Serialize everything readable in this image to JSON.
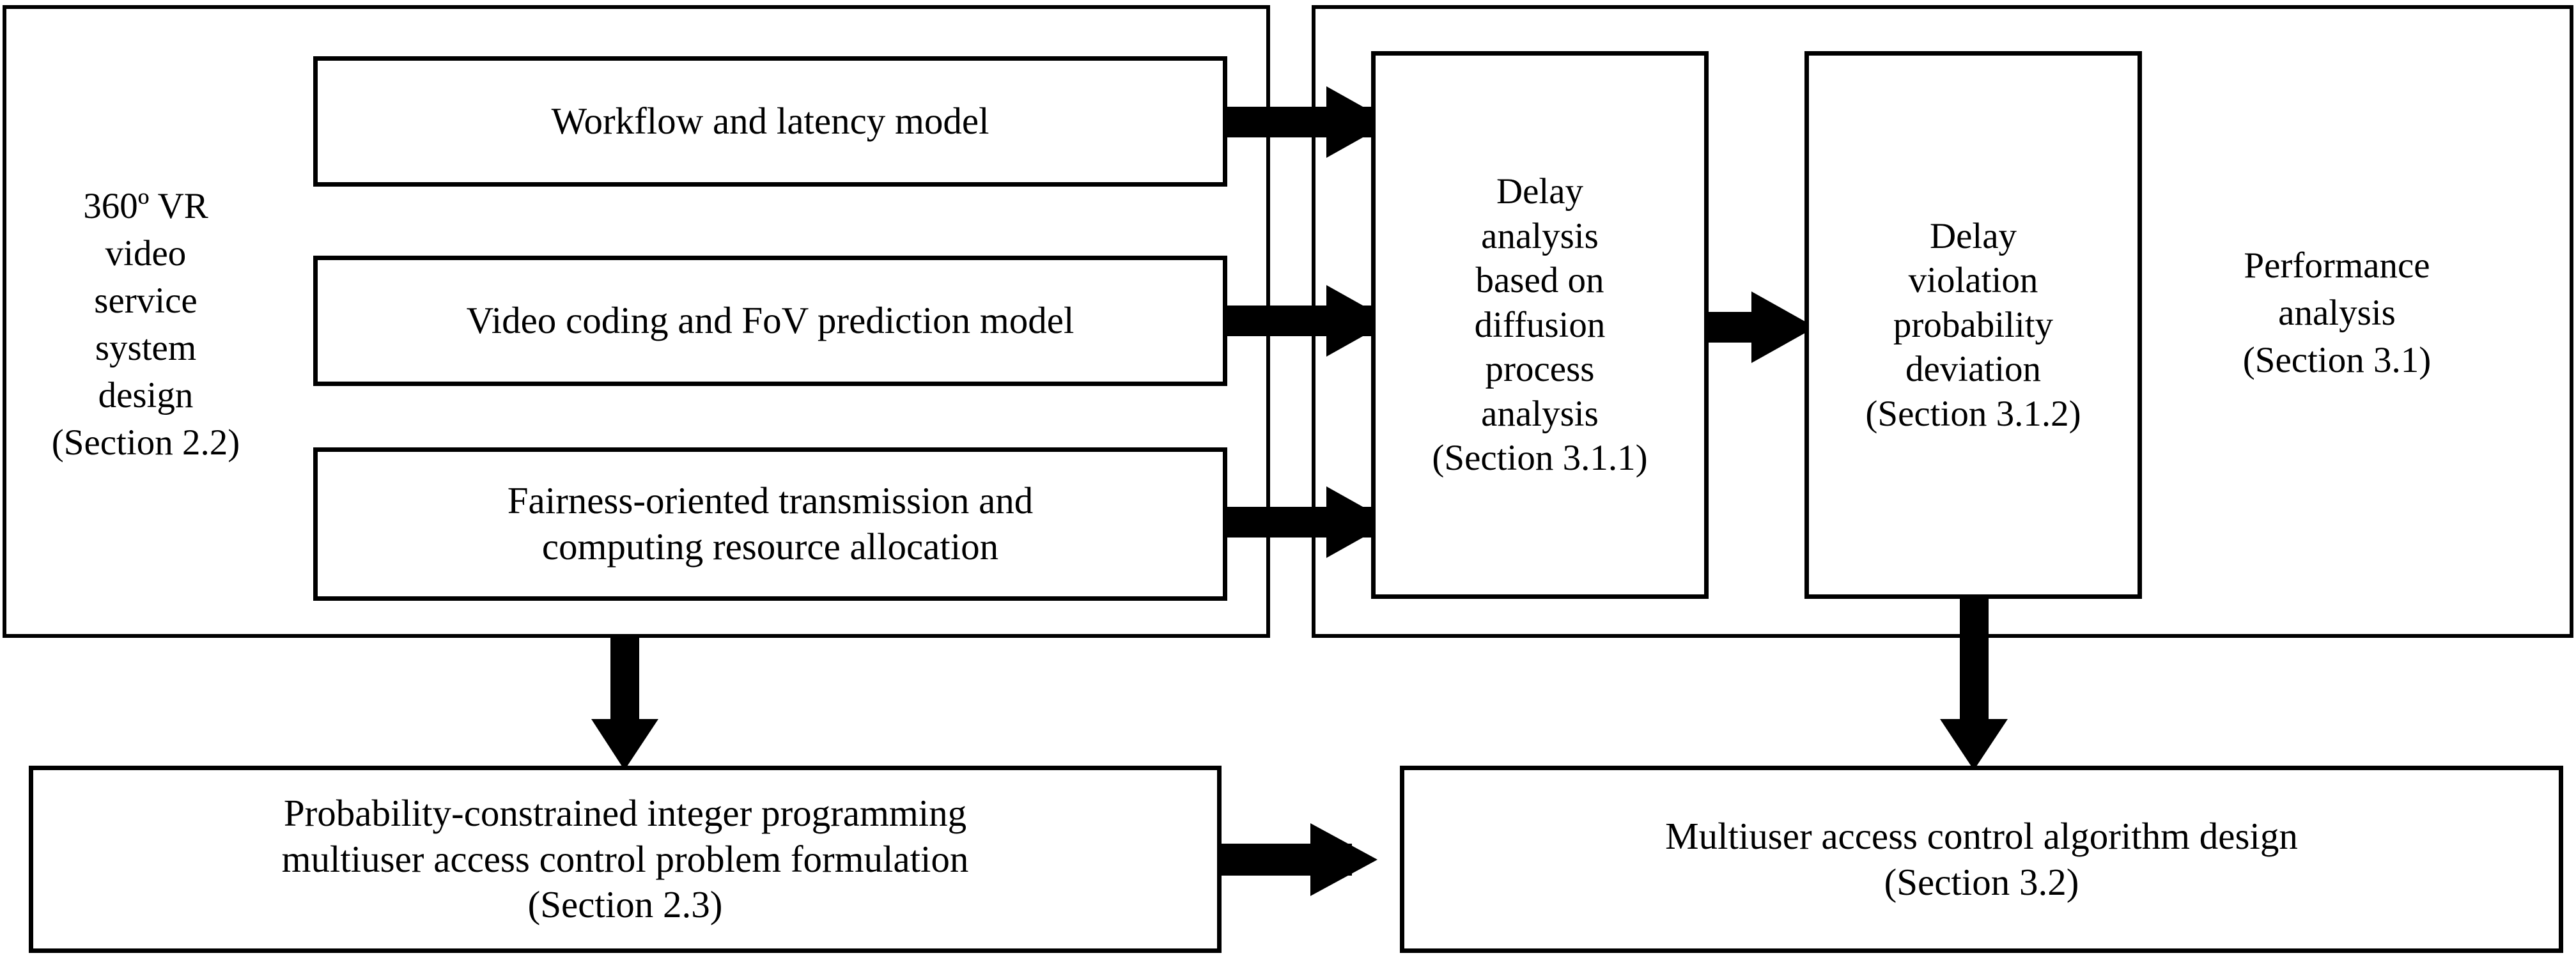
{
  "diagram": {
    "title": "360-degree VR video service system paper organization flowchart",
    "colors": {
      "stroke": "#000000",
      "fill": "#ffffff",
      "arrow": "#000000"
    },
    "groups": [
      {
        "id": "system-design",
        "label": "360º VR\nvideo\nservice\nsystem\ndesign\n(Section 2.2)"
      },
      {
        "id": "performance-analysis",
        "label": "Performance\nanalysis\n(Section 3.1)"
      }
    ],
    "nodes": [
      {
        "id": "workflow",
        "label": "Workflow and latency model"
      },
      {
        "id": "coding",
        "label": "Video coding and FoV prediction model"
      },
      {
        "id": "fairness",
        "label": "Fairness-oriented transmission and\ncomputing resource allocation"
      },
      {
        "id": "delay-analysis",
        "label": "Delay\nanalysis\nbased on\ndiffusion\nprocess\nanalysis\n(Section 3.1.1)"
      },
      {
        "id": "delay-violation",
        "label": "Delay\nviolation\nprobability\ndeviation\n(Section 3.1.2)"
      },
      {
        "id": "formulation",
        "label": "Probability-constrained integer programming\nmultiuser access control problem formulation\n(Section 2.3)"
      },
      {
        "id": "algorithm",
        "label": "Multiuser access control algorithm design\n(Section 3.2)"
      }
    ],
    "arrows": [
      {
        "id": "workflow-to-delay-analysis",
        "from": "workflow",
        "to": "delay-analysis",
        "direction": "right"
      },
      {
        "id": "coding-to-delay-analysis",
        "from": "coding",
        "to": "delay-analysis",
        "direction": "right"
      },
      {
        "id": "fairness-to-delay-analysis",
        "from": "fairness",
        "to": "delay-analysis",
        "direction": "right"
      },
      {
        "id": "delay-analysis-to-violation",
        "from": "delay-analysis",
        "to": "delay-violation",
        "direction": "right"
      },
      {
        "id": "design-to-formulation",
        "from": "system-design",
        "to": "formulation",
        "direction": "down"
      },
      {
        "id": "violation-to-algorithm",
        "from": "delay-violation",
        "to": "algorithm",
        "direction": "down"
      },
      {
        "id": "formulation-to-algorithm",
        "from": "formulation",
        "to": "algorithm",
        "direction": "right"
      }
    ]
  }
}
